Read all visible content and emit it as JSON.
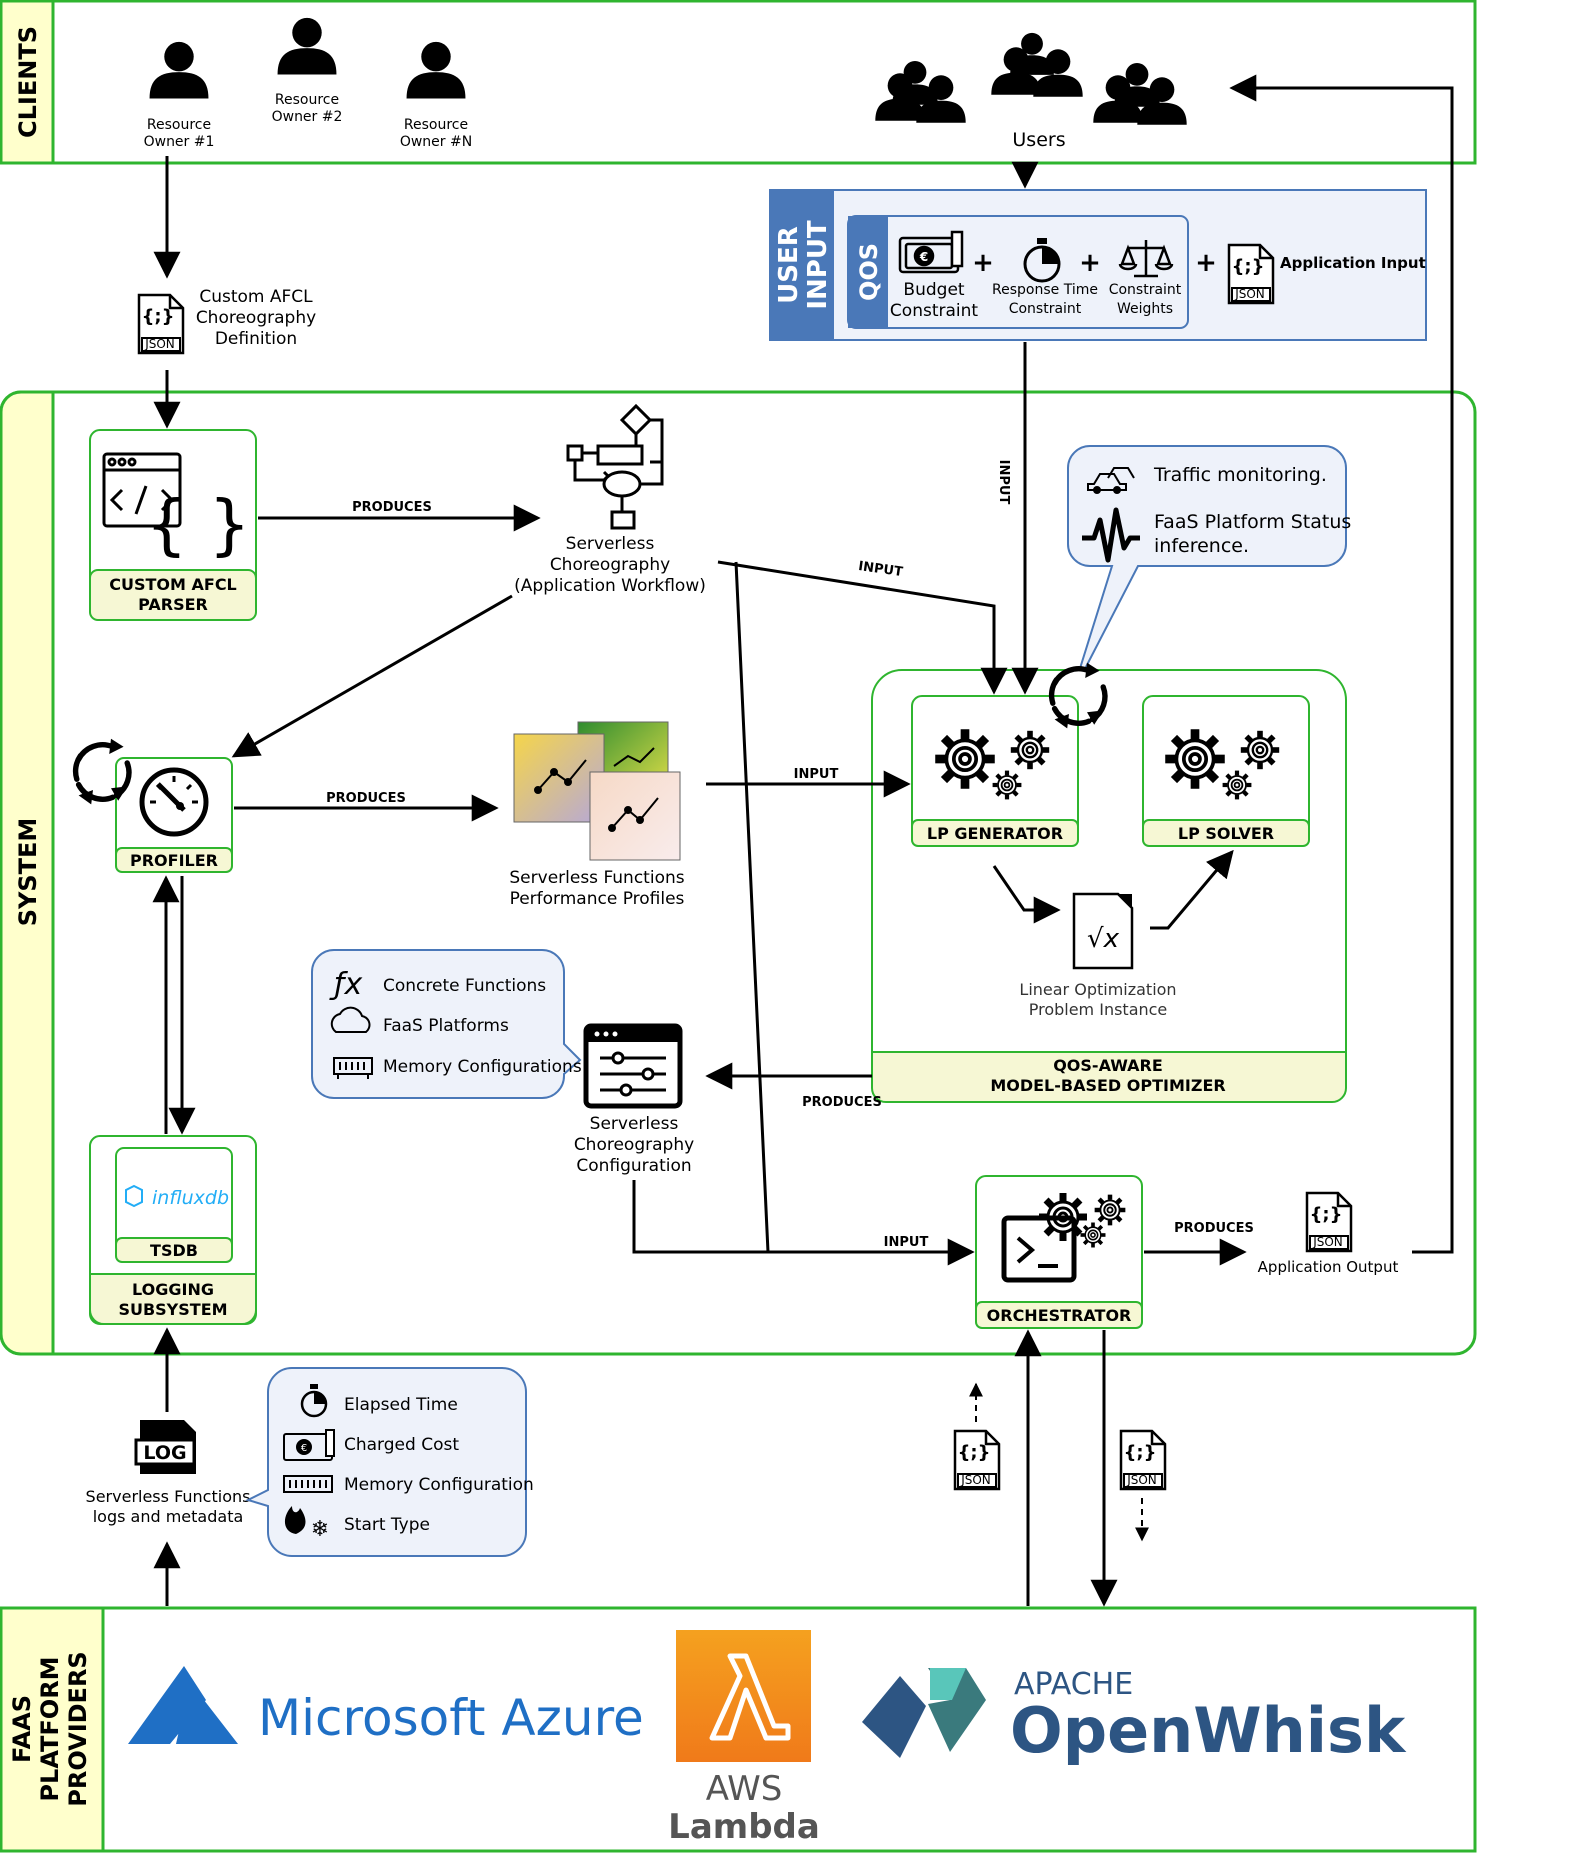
{
  "sections": {
    "clients": "CLIENTS",
    "system": "SYSTEM",
    "faas": [
      "FAAS",
      "PLATFORM",
      "PROVIDERS"
    ]
  },
  "clients": {
    "owner1": [
      "Resource",
      "Owner #1"
    ],
    "owner2": [
      "Resource",
      "Owner #2"
    ],
    "ownerN": [
      "Resource",
      "Owner #N"
    ],
    "users": "Users"
  },
  "afcl_definition": [
    "Custom AFCL",
    "Choreography",
    "Definition"
  ],
  "json_label": "JSON",
  "json_glyph": "{;}",
  "user_input": {
    "title": [
      "USER",
      "INPUT"
    ],
    "qos": "QOS",
    "budget": [
      "Budget",
      "Constraint"
    ],
    "response_time": [
      "Response Time",
      "Constraint"
    ],
    "weights": [
      "Constraint",
      "Weights"
    ],
    "application_input": "Application Input",
    "plus": "+"
  },
  "components": {
    "parser": [
      "CUSTOM AFCL",
      "PARSER"
    ],
    "profiler": "PROFILER",
    "tsdb": "TSDB",
    "influx": "influxdb",
    "logging": [
      "LOGGING",
      "SUBSYSTEM"
    ],
    "lp_generator": "LP GENERATOR",
    "lp_solver": "LP SOLVER",
    "optimizer": [
      "QOS-AWARE",
      "MODEL-BASED OPTIMIZER"
    ],
    "orchestrator": "ORCHESTRATOR"
  },
  "artifacts": {
    "choreography": [
      "Serverless",
      "Choreography",
      "(Application Workflow)"
    ],
    "profiles": [
      "Serverless Functions",
      "Performance Profiles"
    ],
    "lp_instance": [
      "Linear Optimization",
      "Problem Instance"
    ],
    "config": [
      "Serverless",
      "Choreography",
      "Configuration"
    ],
    "app_output": "Application Output",
    "logs": [
      "Serverless Functions",
      "logs and metadata"
    ],
    "log_badge": "LOG"
  },
  "edges": {
    "produces": "PRODUCES",
    "input": "INPUT"
  },
  "callouts": {
    "monitoring": {
      "traffic": "Traffic monitoring.",
      "faas_status": [
        "FaaS Platform Status",
        "inference."
      ]
    },
    "config_items": [
      "Concrete Functions",
      "FaaS Platforms",
      "Memory Configurations"
    ],
    "log_items": [
      "Elapsed Time",
      "Charged Cost",
      "Memory Configuration",
      "Start Type"
    ]
  },
  "providers": {
    "azure": "Microsoft Azure",
    "aws": [
      "AWS",
      "Lambda"
    ],
    "apache": "APACHE",
    "openwhisk": "OpenWhisk"
  },
  "colors": {
    "green_border": "#2fb52f",
    "yellow_fill": "#ffffcc",
    "band_fill": "#f6f7d4",
    "qos_blue": "#4a78b8",
    "qos_panel": "#eef2fa",
    "azure": "#1f6fc5",
    "aws_orange": "#f58a1f",
    "openwhisk": "#2d5583",
    "openwhisk_teal": "#59c6ba"
  }
}
